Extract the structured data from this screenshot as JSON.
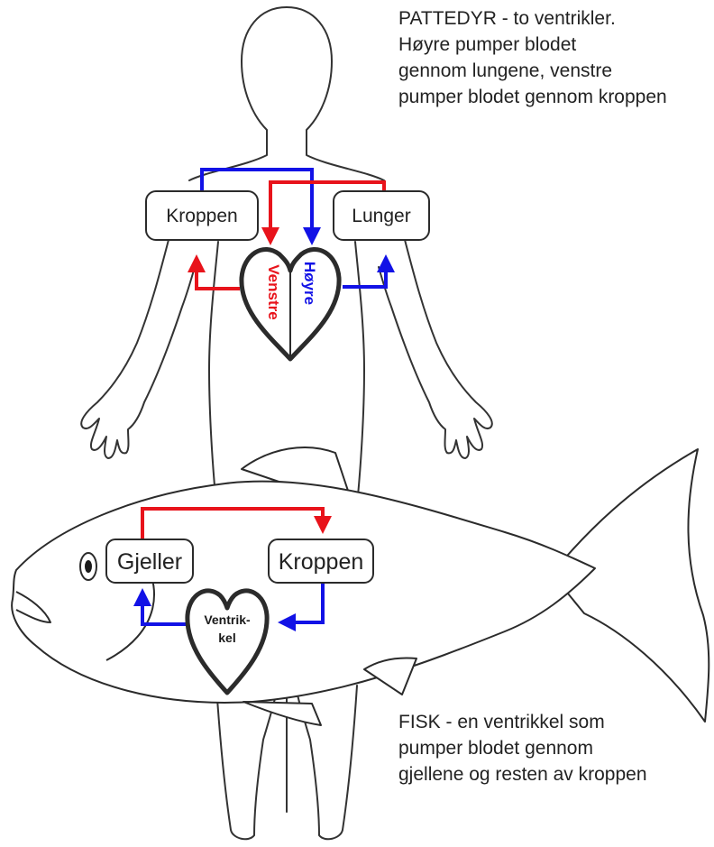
{
  "mammal": {
    "caption": [
      "PATTEDYR - to ventrikler.",
      "Høyre pumper blodet",
      "gennom lungene, venstre",
      "pumper blodet gennom kroppen"
    ],
    "box_body": "Kroppen",
    "box_lungs": "Lunger",
    "heart_left": "Venstre",
    "heart_right": "Høyre"
  },
  "fish": {
    "caption": [
      "FISK - en ventrikkel som",
      "pumper blodet gennom",
      "gjellene og resten av kroppen"
    ],
    "box_gills": "Gjeller",
    "box_body": "Kroppen",
    "heart_line1": "Ventrik-",
    "heart_line2": "kel"
  },
  "colors": {
    "oxygenated": "#e8131b",
    "deoxygenated": "#1212e6",
    "outline": "#2b2b2b"
  }
}
